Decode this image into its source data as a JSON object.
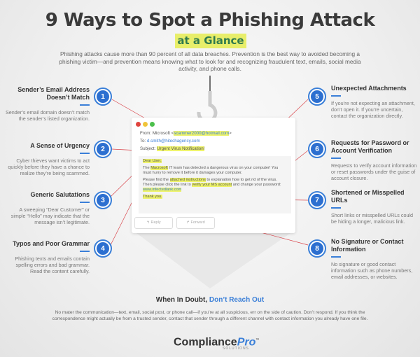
{
  "title": "9 Ways to Spot a Phishing Attack",
  "subtitle": "at a Glance",
  "intro": "Phishing attacks cause more than 90 percent of all data breaches. Prevention is the best way to avoided becoming a phishing victim—and prevention means knowing what to look for and recognizing fraudulent text, emails, social media activity, and phone calls.",
  "items": [
    {
      "num": "1",
      "title": "Sender’s Email Address Doesn’t Match",
      "desc": "Sender’s email domain doesn’t match the sender’s listed organization."
    },
    {
      "num": "2",
      "title": "A Sense of Urgency",
      "desc": "Cyber thieves want victims to act quickly before they have a chance to realize they’re being scammed."
    },
    {
      "num": "3",
      "title": "Generic Salutations",
      "desc": "A sweeping “Dear Customer” or simple “Hello” may indicate that the message isn’t legitimate."
    },
    {
      "num": "4",
      "title": "Typos and Poor Grammar",
      "desc": "Phishing texts and emails contain spelling errors and bad grammar. Read the content carefully."
    },
    {
      "num": "5",
      "title": "Unexpected Attachments",
      "desc": "If you’re not expecting an attachment, don’t open it. If you’re uncertain, contact the organization directly."
    },
    {
      "num": "6",
      "title": "Requests for Password or Account Verification",
      "desc": "Requests to verify account information or reset passwords under the guise of account closure."
    },
    {
      "num": "7",
      "title": "Shortened or Misspelled URLs",
      "desc": "Short links or misspelled URLs could be hiding a longer, malicious link."
    },
    {
      "num": "8",
      "title": "No Signature or Contact Information",
      "desc": "No signature or good contact information such as phone numbers, email addresses, or websites."
    }
  ],
  "email": {
    "from_label": "From: Microsoft <",
    "from_addr": "scammer2000@hotmail.com",
    "from_end": ">",
    "to_label": "To: ",
    "to_addr": "d.smith@hitechagency.com",
    "subject_label": "Subject: ",
    "subject": "Urgent Virus Notification!",
    "greeting": "Dear User,",
    "p1a": "The ",
    "p1b": "Macrosoft",
    "p1c": " IT team has detected a dangerous virus on your computer! You must hurry to remove it before it damages your computer.",
    "p2a": "Please find the ",
    "p2b": "attached instructions",
    "p2c": " to explanation how to get rid of the virus. Then please click the link to ",
    "p2d": "verify your MS account",
    "p2e": " and change your password: ",
    "p2f": "www.infectedlank.com",
    "closing": "Thank you.",
    "reply": "Reply",
    "forward": "Forward"
  },
  "doubt_a": "When In Doubt, ",
  "doubt_b": "Don’t Reach Out",
  "footer": "No mater the communication—text, email, social post, or phone call—if you’re at all suspicious,  err on the side of caution. Don’t respond. If you think the correspondence might actually be from a trusted sender, contact that sender through a different channel with contact information you already have one file.",
  "logo": {
    "a": "Compliance",
    "b": "Pro",
    "c": "SOLUTIONS",
    "tm": "™"
  },
  "colors": {
    "accent": "#3a7fd8",
    "highlight": "#eef36b",
    "arrow": "#d9444a"
  }
}
